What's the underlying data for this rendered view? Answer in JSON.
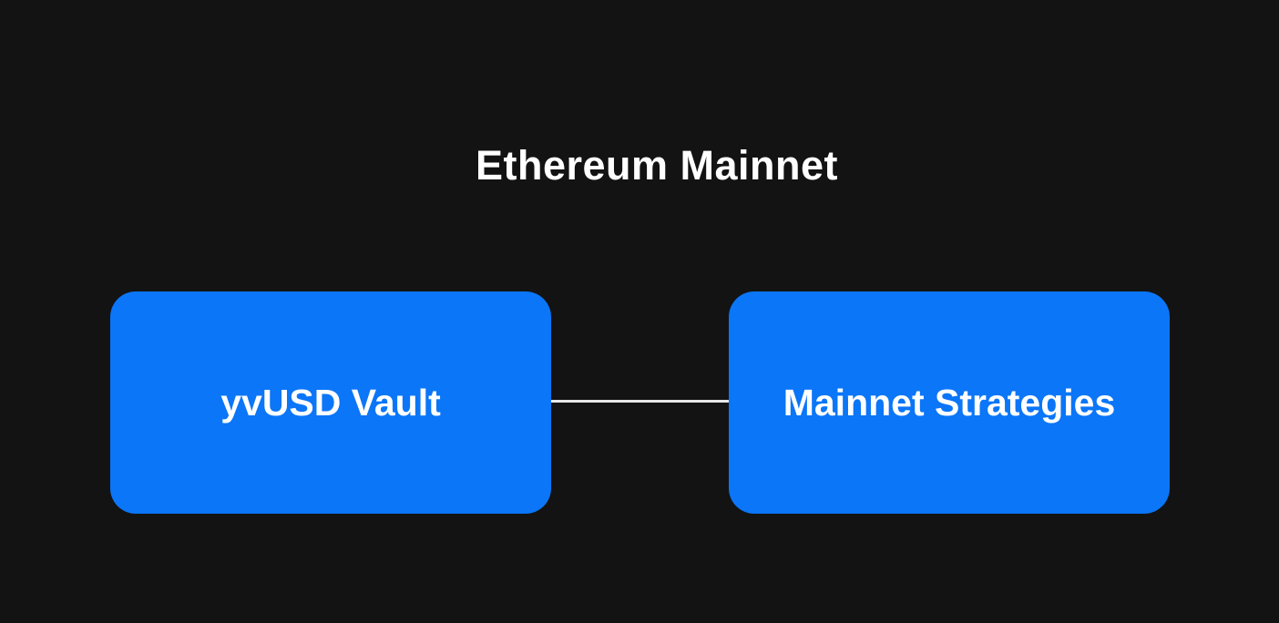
{
  "diagram": {
    "title": "Ethereum Mainnet",
    "nodes": [
      {
        "id": "yvusd-vault",
        "label": "yvUSD Vault"
      },
      {
        "id": "mainnet-strategies",
        "label": "Mainnet Strategies"
      }
    ],
    "edges": [
      {
        "from": "yvusd-vault",
        "to": "mainnet-strategies",
        "style": "solid"
      }
    ],
    "colors": {
      "background": "#131313",
      "node_fill": "#0b76f7",
      "node_text": "#ffffff",
      "title_text": "#ffffff",
      "edge": "#e8e8e8"
    }
  }
}
